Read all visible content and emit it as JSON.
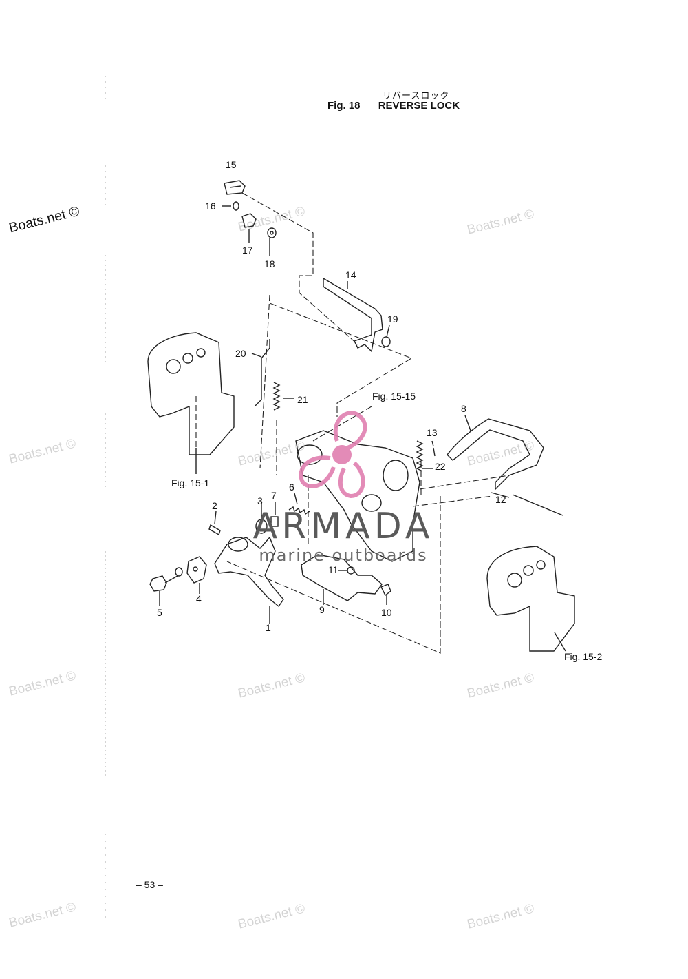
{
  "header": {
    "title_jp": "リバースロック",
    "fig_number": "Fig. 18",
    "title_en": "REVERSE LOCK"
  },
  "watermarks": {
    "primary": "Boats.net ©",
    "faded": "Boats.net ©"
  },
  "brand": {
    "name": "ARMADA",
    "subtitle": "marine outboards",
    "accent_color": "#e07fb0"
  },
  "footer": {
    "page_number": "– 53 –"
  },
  "references": {
    "fig_15_15": "Fig. 15-15",
    "fig_15_1": "Fig. 15-1",
    "fig_15_2": "Fig. 15-2"
  },
  "parts": {
    "p1": "1",
    "p2": "2",
    "p3": "3",
    "p4": "4",
    "p5": "5",
    "p6": "6",
    "p7": "7",
    "p8": "8",
    "p9": "9",
    "p10": "10",
    "p11": "11",
    "p12": "12",
    "p13": "13",
    "p14": "14",
    "p15": "15",
    "p16": "16",
    "p17": "17",
    "p18": "18",
    "p19": "19",
    "p20": "20",
    "p21": "21",
    "p22": "22"
  }
}
